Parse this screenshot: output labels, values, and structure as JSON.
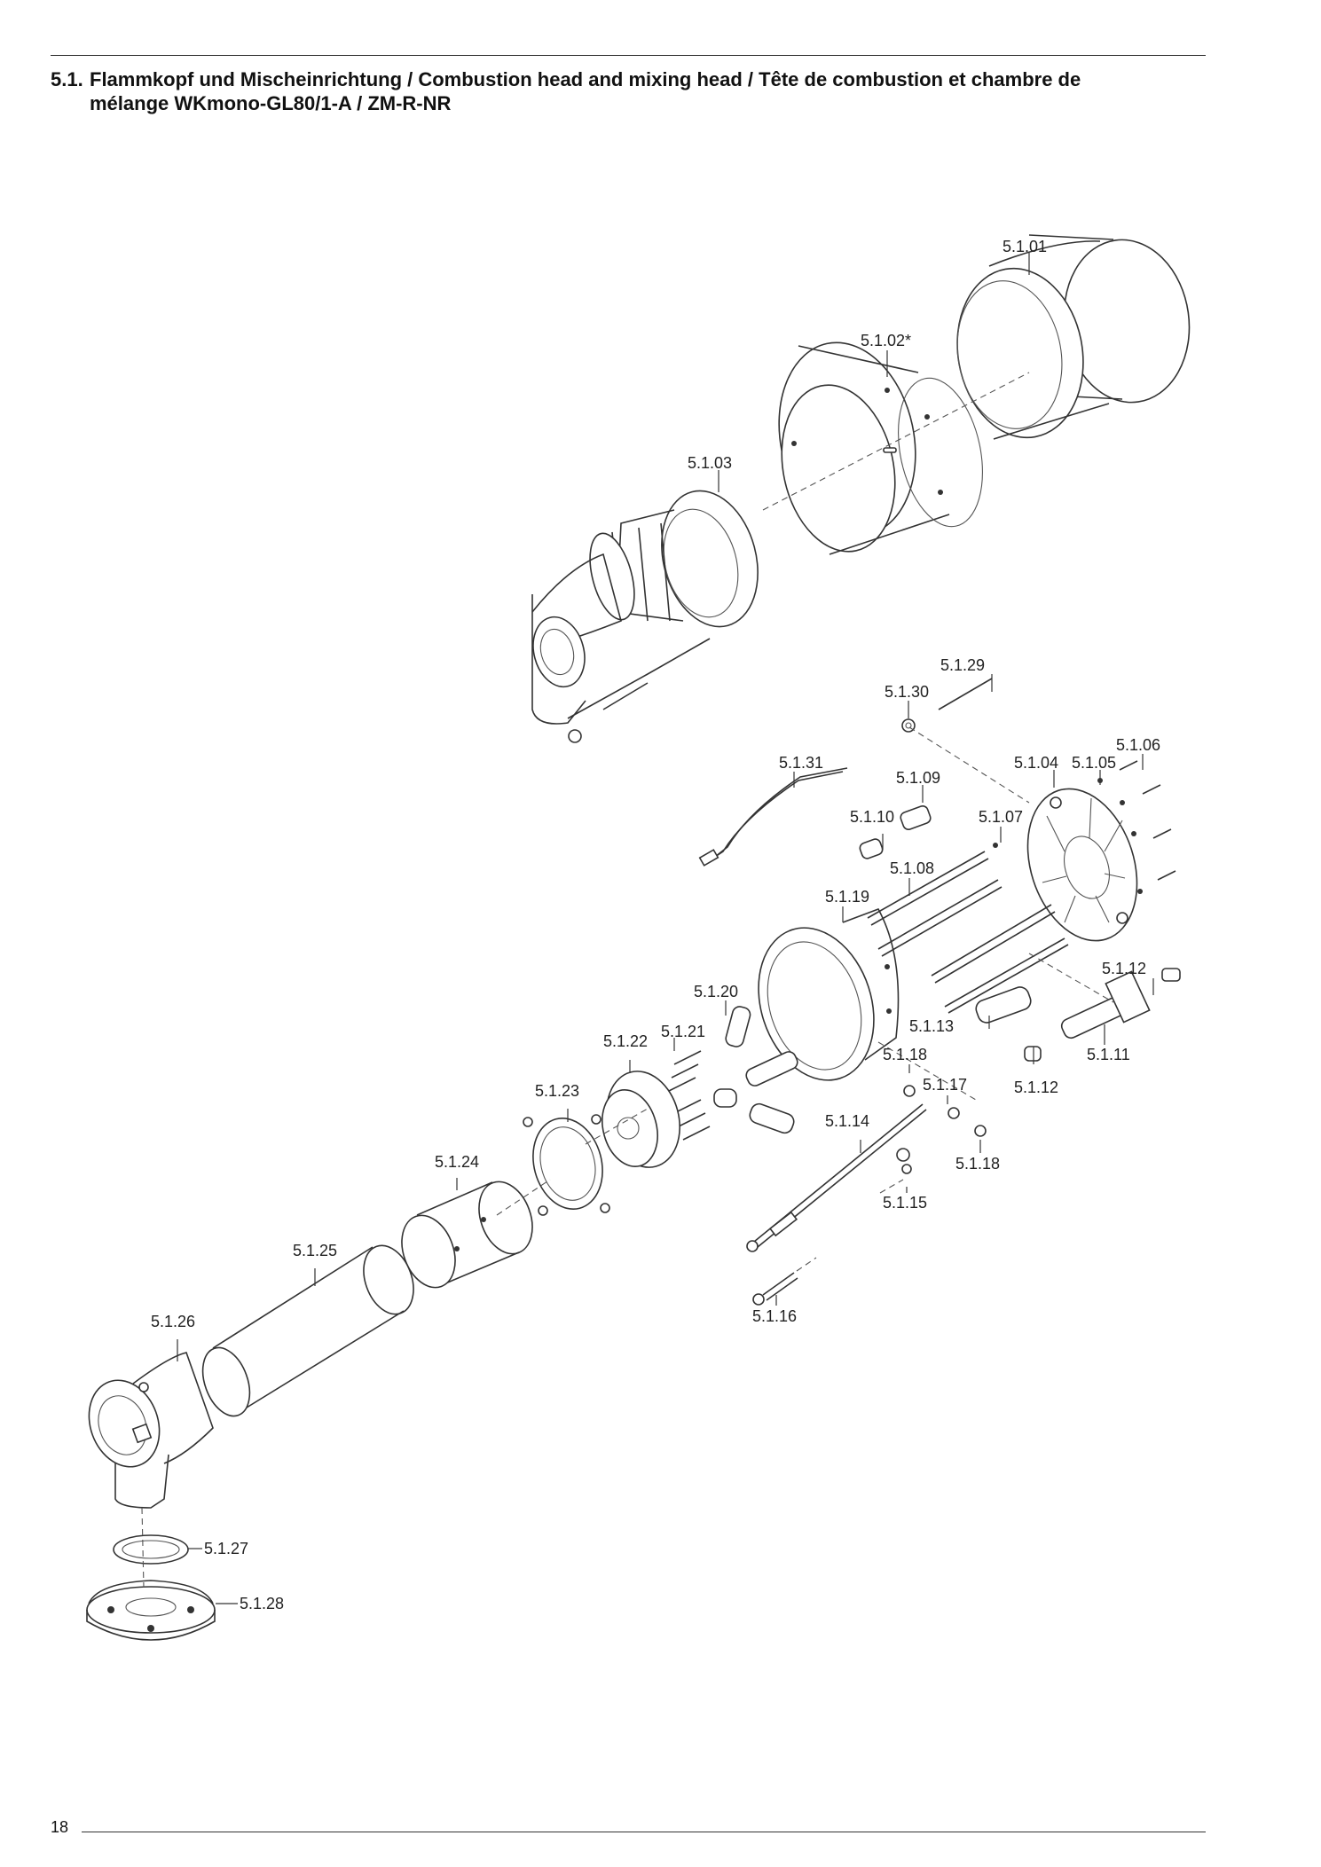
{
  "header": {
    "section_number": "5.1.",
    "title_line1": "Flammkopf und Mischeinrichtung / Combustion head and mixing head / Tête de combustion et chambre de",
    "title_line2": "mélange WKmono-GL80/1-A / ZM-R-NR"
  },
  "footer": {
    "page_number": "18"
  },
  "callouts": {
    "p01": "5.1.01",
    "p02": "5.1.02*",
    "p03": "5.1.03",
    "p04": "5.1.04",
    "p05": "5.1.05",
    "p06": "5.1.06",
    "p07": "5.1.07",
    "p08": "5.1.08",
    "p09": "5.1.09",
    "p10": "5.1.10",
    "p11": "5.1.11",
    "p12a": "5.1.12",
    "p12b": "5.1.12",
    "p13": "5.1.13",
    "p14": "5.1.14",
    "p15": "5.1.15",
    "p16": "5.1.16",
    "p17": "5.1.17",
    "p18a": "5.1.18",
    "p18b": "5.1.18",
    "p19": "5.1.19",
    "p20": "5.1.20",
    "p21": "5.1.21",
    "p22": "5.1.22",
    "p23": "5.1.23",
    "p24": "5.1.24",
    "p25": "5.1.25",
    "p26": "5.1.26",
    "p27": "5.1.27",
    "p28": "5.1.28",
    "p29": "5.1.29",
    "p30": "5.1.30",
    "p31": "5.1.31"
  }
}
